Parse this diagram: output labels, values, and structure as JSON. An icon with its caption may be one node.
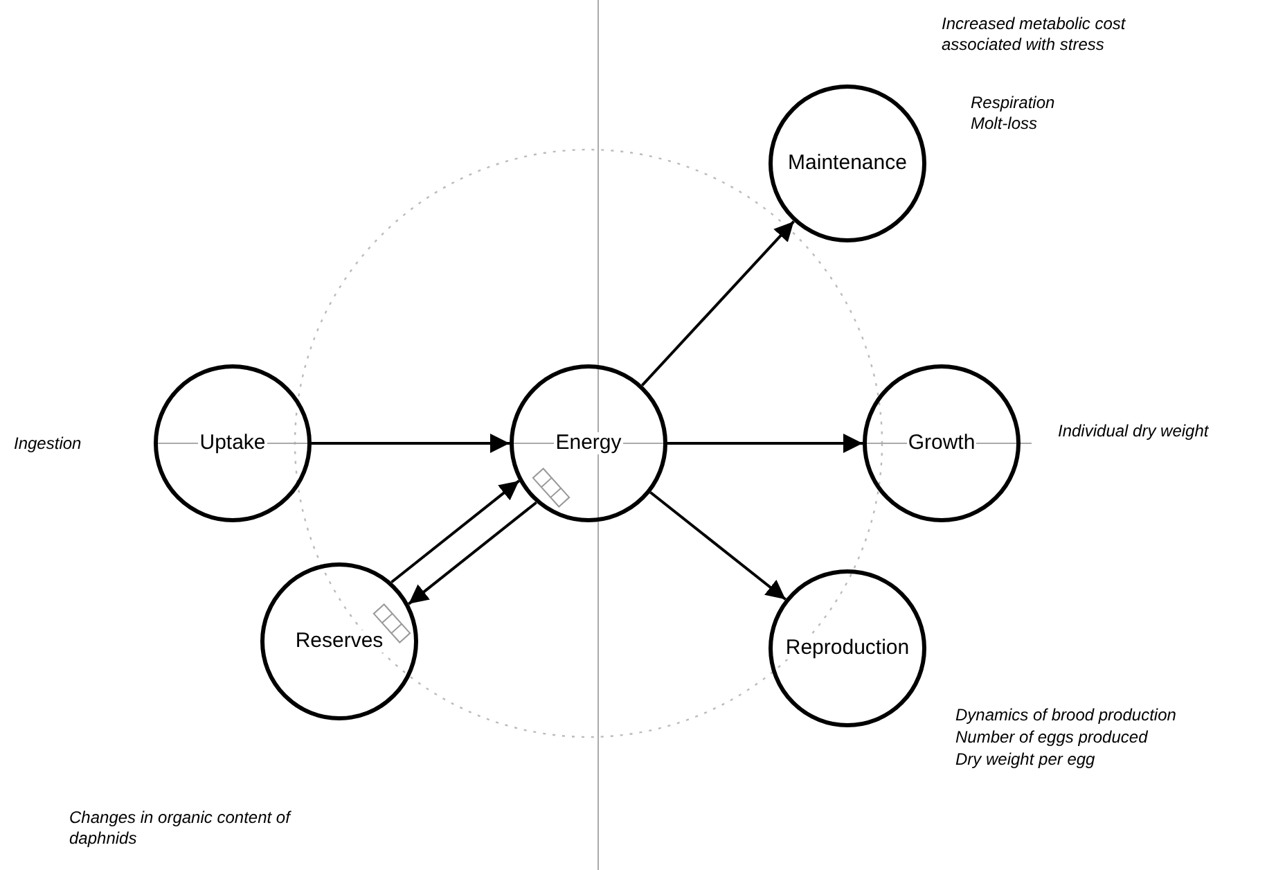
{
  "diagram": {
    "nodes": [
      {
        "text": [
          "Uptake"
        ]
      },
      {
        "text": [
          "Energy"
        ]
      },
      {
        "text": [
          "Maintenance"
        ],
        "beside": [
          "Increased metabolic cost associated with stress",
          "Respiration",
          "Molt-loss"
        ]
      },
      {
        "text": [
          "Growth"
        ],
        "beside": [
          "Individual dry weight"
        ]
      },
      {
        "text": [
          "Reproduction"
        ],
        "beside": [
          "Dynamics of brood production",
          "Number of eggs produced",
          "Dry weight per egg"
        ]
      },
      {
        "text": [
          "Reserves"
        ]
      }
    ],
    "labels": [
      "Ingestion",
      "Changes in organic content of daphnids"
    ],
    "edges": [
      {
        "from": 0,
        "to": 1,
        "arrow": "to"
      },
      {
        "from": 1,
        "to": 2,
        "arrow": "to"
      },
      {
        "from": 1,
        "to": 3,
        "arrow": "to"
      },
      {
        "from": 1,
        "to": 4,
        "arrow": "to"
      },
      {
        "from": 5,
        "to": 1,
        "arrow": "to"
      },
      {
        "from": 1,
        "to": 5,
        "arrow": "to"
      }
    ]
  }
}
